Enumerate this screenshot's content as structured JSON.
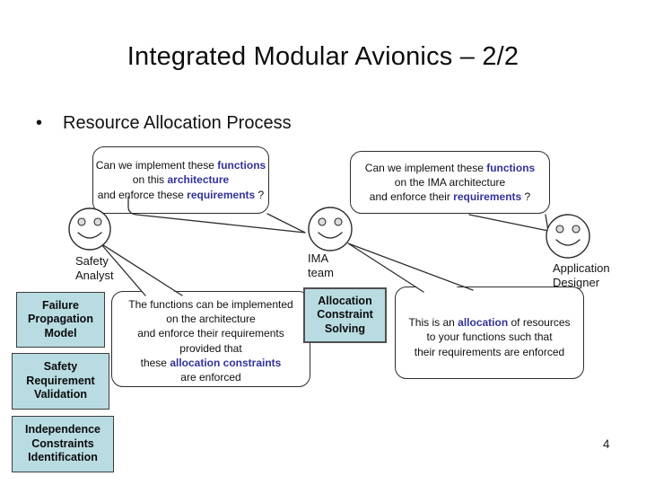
{
  "slide": {
    "title": "Integrated Modular Avionics – 2/2",
    "bullet": "•",
    "bullet_text": "Resource Allocation Process",
    "page_number": "4"
  },
  "colors": {
    "accent_text": "#333399",
    "process_box_fill": "#b9dce2",
    "line_color": "#2d2d2d"
  },
  "bubbles": {
    "question_left": {
      "lines": [
        [
          {
            "t": "Can we implement these "
          },
          {
            "t": "functions",
            "a": true
          }
        ],
        [
          {
            "t": "on this "
          },
          {
            "t": "architecture",
            "a": true
          }
        ],
        [
          {
            "t": "and enforce these "
          },
          {
            "t": "requirements",
            "a": true
          },
          {
            "t": " ?"
          }
        ]
      ]
    },
    "question_right": {
      "lines": [
        [
          {
            "t": "Can we implement these "
          },
          {
            "t": "functions",
            "a": true
          }
        ],
        [
          {
            "t": "on the IMA architecture"
          }
        ],
        [
          {
            "t": "and enforce their "
          },
          {
            "t": "requirements",
            "a": true
          },
          {
            "t": " ?"
          }
        ]
      ]
    },
    "answer_center": {
      "lines": [
        [
          {
            "t": "The functions can be implemented"
          }
        ],
        [
          {
            "t": "on the architecture"
          }
        ],
        [
          {
            "t": "and enforce their requirements"
          }
        ],
        [
          {
            "t": "provided that"
          }
        ],
        [
          {
            "t": "these "
          },
          {
            "t": "allocation constraints",
            "a": true
          }
        ],
        [
          {
            "t": "are enforced"
          }
        ]
      ]
    },
    "answer_right": {
      "lines": [
        [
          {
            "t": "This is an "
          },
          {
            "t": "allocation",
            "a": true
          },
          {
            "t": " of resources"
          }
        ],
        [
          {
            "t": "to your functions such that"
          }
        ],
        [
          {
            "t": "their requirements are enforced"
          }
        ]
      ]
    }
  },
  "actors": {
    "safety_analyst": {
      "label_lines": [
        "Safety",
        "Analyst"
      ]
    },
    "ima_team": {
      "label_lines": [
        "IMA",
        "team"
      ]
    },
    "app_designer": {
      "label_lines": [
        "Application",
        "Designer"
      ]
    }
  },
  "process_boxes": {
    "failure": {
      "label_lines": [
        "Failure",
        "Propagation",
        "Model"
      ]
    },
    "safety_req": {
      "label_lines": [
        "Safety",
        "Requirement",
        "Validation"
      ]
    },
    "independence": {
      "label_lines": [
        "Independence",
        "Constraints",
        "Identification"
      ]
    },
    "allocation": {
      "label_lines": [
        "Allocation",
        "Constraint",
        "Solving"
      ]
    }
  }
}
